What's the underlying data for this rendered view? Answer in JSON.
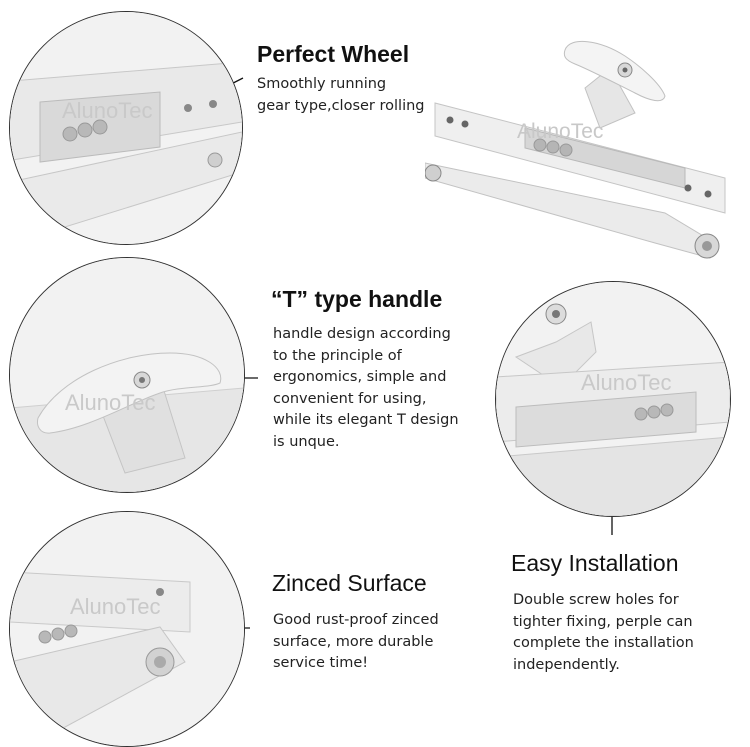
{
  "brand": {
    "watermark": "AlunoTec"
  },
  "features": [
    {
      "title": "Perfect Wheel",
      "lines": [
        "Smoothly running",
        "gear type,closer rolling"
      ]
    },
    {
      "title": "“T” type handle",
      "lines": [
        "handle design according",
        "to the principle of",
        "ergonomics, simple and",
        "convenient for using,",
        "while its elegant T design",
        "is unque."
      ]
    },
    {
      "title": "Zinced Surface",
      "lines": [
        "Good rust-proof zinced",
        "surface, more durable",
        "service time!"
      ]
    },
    {
      "title": "Easy Installation",
      "lines": [
        "Double screw holes for",
        "tighter fixing, perple can",
        "complete the installation",
        "independently."
      ]
    }
  ],
  "colors": {
    "metal": "#eeeeee",
    "metal_shadow": "#cfcfcf",
    "outline": "#333333"
  }
}
